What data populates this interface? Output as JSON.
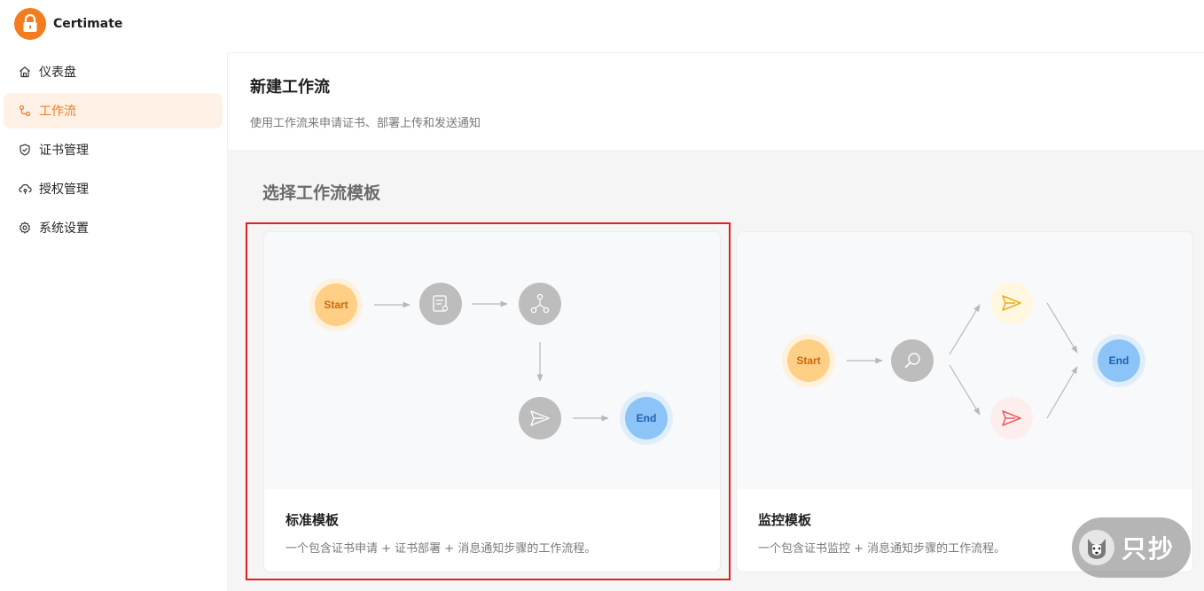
{
  "app": {
    "name": "Certimate"
  },
  "sidebar": {
    "items": [
      {
        "label": "仪表盘",
        "icon": "home-icon",
        "active": false
      },
      {
        "label": "工作流",
        "icon": "workflow-icon",
        "active": true
      },
      {
        "label": "证书管理",
        "icon": "shield-check-icon",
        "active": false
      },
      {
        "label": "授权管理",
        "icon": "cloud-key-icon",
        "active": false
      },
      {
        "label": "系统设置",
        "icon": "gear-icon",
        "active": false
      }
    ]
  },
  "header": {
    "title": "新建工作流",
    "subtitle": "使用工作流来申请证书、部署上传和发送通知"
  },
  "main": {
    "section_title": "选择工作流模板",
    "templates": [
      {
        "name": "标准模板",
        "description": "一个包含证书申请 + 证书部署 + 消息通知步骤的工作流程。",
        "selected": true,
        "nodes": {
          "start": "Start",
          "end": "End"
        }
      },
      {
        "name": "监控模板",
        "description": "一个包含证书监控 + 消息通知步骤的工作流程。",
        "selected": false,
        "nodes": {
          "start": "Start",
          "end": "End"
        }
      }
    ]
  },
  "watermark": {
    "text": "只抄"
  },
  "colors": {
    "accent": "#f47c20",
    "active_bg": "#fff1e6",
    "start_node": "#ffd08a",
    "end_node": "#8cc4f7",
    "step_node": "#bdbdbd",
    "highlight": "#e02020"
  }
}
